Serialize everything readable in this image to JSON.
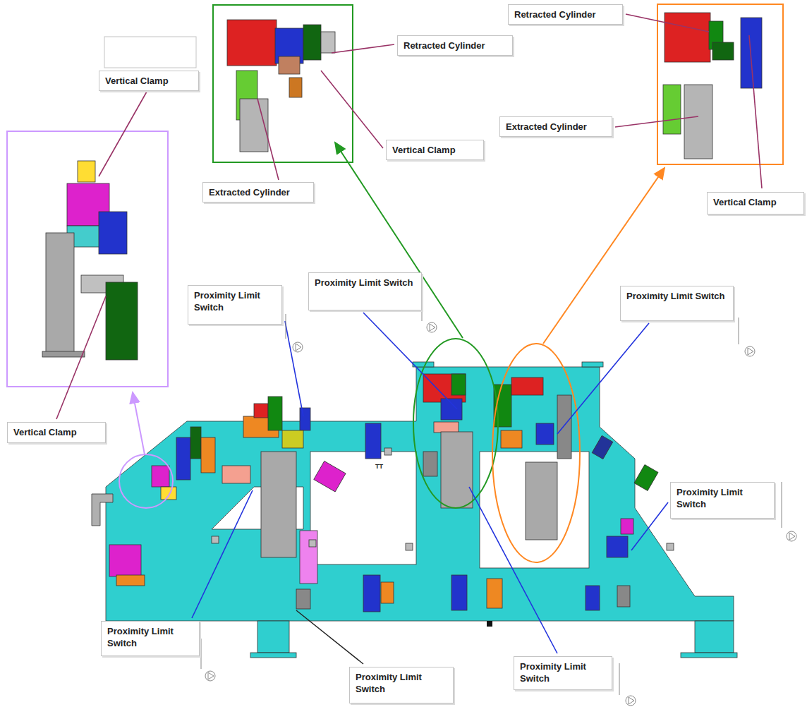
{
  "diagram": {
    "nodes": [
      {
        "text": [
          "Vertical Clamp"
        ]
      },
      {
        "text": [
          "Extracted Cylinder"
        ]
      },
      {
        "text": [
          "Retracted Cylinder"
        ]
      },
      {
        "text": [
          "Vertical Clamp"
        ]
      },
      {
        "text": [
          "Retracted Cylinder"
        ]
      },
      {
        "text": [
          "Extracted Cylinder"
        ]
      },
      {
        "text": [
          "Vertical Clamp"
        ]
      },
      {
        "text": [
          "Vertical Clamp"
        ]
      },
      {
        "text": [
          "Proximity Limit Switch"
        ]
      },
      {
        "text": [
          "Proximity Limit Switch"
        ]
      },
      {
        "text": [
          "Proximity Limit Switch"
        ]
      },
      {
        "text": [
          "Proximity Limit Switch"
        ]
      },
      {
        "text": [
          "Proximity Limit Switch"
        ]
      },
      {
        "text": [
          "Proximity Limit Switch"
        ]
      },
      {
        "text": [
          "Proximity Limit Switch"
        ]
      }
    ],
    "labels": [
      "TT"
    ]
  }
}
